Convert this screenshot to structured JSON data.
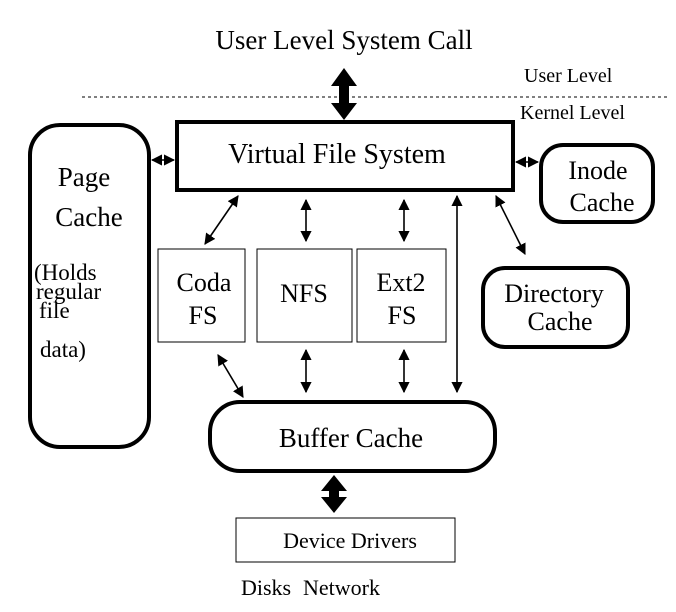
{
  "title": "User Level System Call",
  "levels": {
    "user": "User Level",
    "kernel": "Kernel Level"
  },
  "vfs": {
    "label": "Virtual File System"
  },
  "page_cache": {
    "line1": "Page",
    "line2": "Cache",
    "note_line1": "(Holds",
    "note_line2": "regular",
    "note_line3": "file",
    "note_line4": "data)"
  },
  "inode_cache": {
    "line1": "Inode",
    "line2": "Cache"
  },
  "directory_cache": {
    "line1": "Directory",
    "line2": "Cache"
  },
  "filesystems": {
    "coda": {
      "line1": "Coda",
      "line2": "FS"
    },
    "nfs": {
      "label": "NFS"
    },
    "ext2": {
      "line1": "Ext2",
      "line2": "FS"
    }
  },
  "buffer_cache": {
    "label": "Buffer Cache"
  },
  "device_drivers": {
    "label": "Device Drivers"
  },
  "devices": {
    "disks": "Disks",
    "network": "Network"
  }
}
